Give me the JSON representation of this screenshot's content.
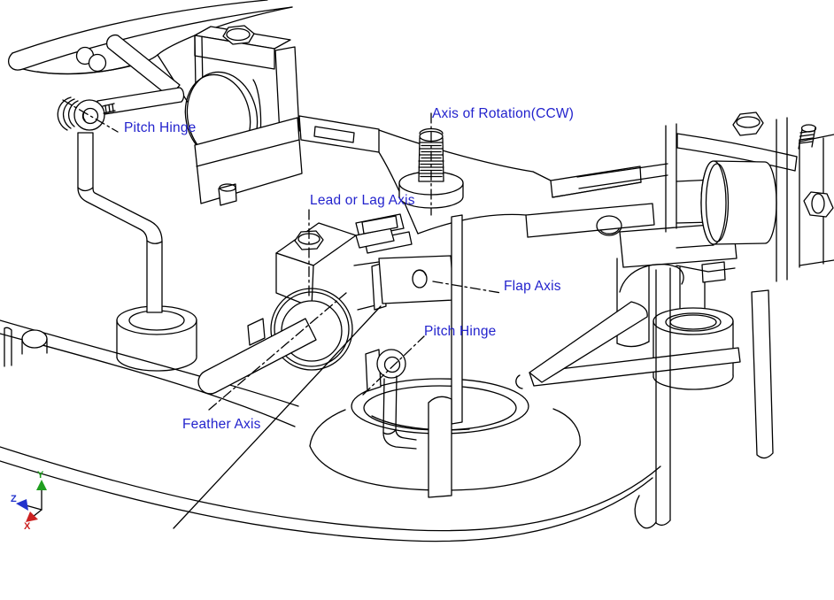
{
  "drawing": {
    "kind": "CAD wireframe of helicopter rotor head assembly",
    "background_color": "#ffffff",
    "line_color": "#000000",
    "annotation_color": "#2323cd",
    "centerline_color": "#2a2ad4"
  },
  "annotations": {
    "labels": [
      {
        "id": "pitch-hinge-upper-left",
        "text": "Pitch Hinge"
      },
      {
        "id": "axis-of-rotation",
        "text": "Axis of Rotation(CCW)"
      },
      {
        "id": "lead-or-lag-axis",
        "text": "Lead or Lag Axis"
      },
      {
        "id": "flap-axis",
        "text": "Flap Axis"
      },
      {
        "id": "pitch-hinge-center",
        "text": "Pitch Hinge"
      },
      {
        "id": "feather-axis",
        "text": "Feather Axis"
      }
    ]
  },
  "triad": {
    "axes": [
      {
        "label": "Y",
        "color": "#1f9e1f"
      },
      {
        "label": "Z",
        "color": "#2233cc"
      },
      {
        "label": "X",
        "color": "#cc2222"
      }
    ]
  }
}
